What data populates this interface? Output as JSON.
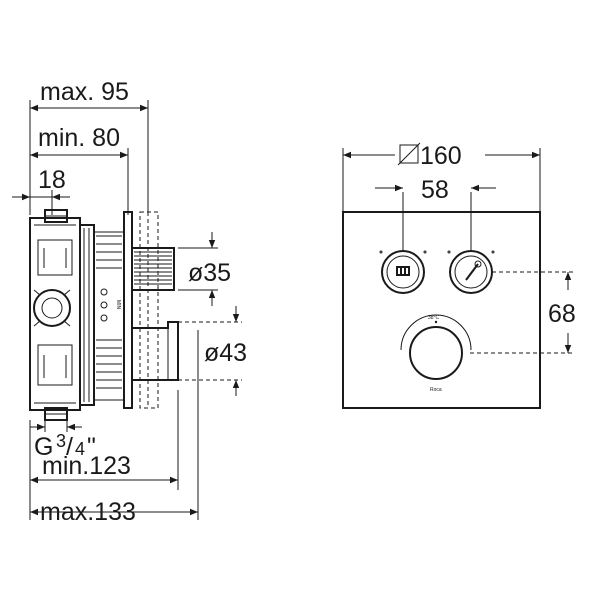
{
  "side_view": {
    "dims": {
      "max_95": "max. 95",
      "min_80": "min. 80",
      "depth_18": "18",
      "d35": "ø35",
      "d43": "ø43",
      "thread_g": "G",
      "thread_frac_num": "3",
      "thread_frac_den": "4",
      "thread_quote": "\"",
      "min_123": "min.123",
      "max_133": "max.133"
    },
    "body_label": "MIN"
  },
  "front_view": {
    "dims": {
      "size_160": "160",
      "spacing_58": "58",
      "height_68": "68"
    },
    "temp_mark": "38°C",
    "brand": "Roca"
  }
}
